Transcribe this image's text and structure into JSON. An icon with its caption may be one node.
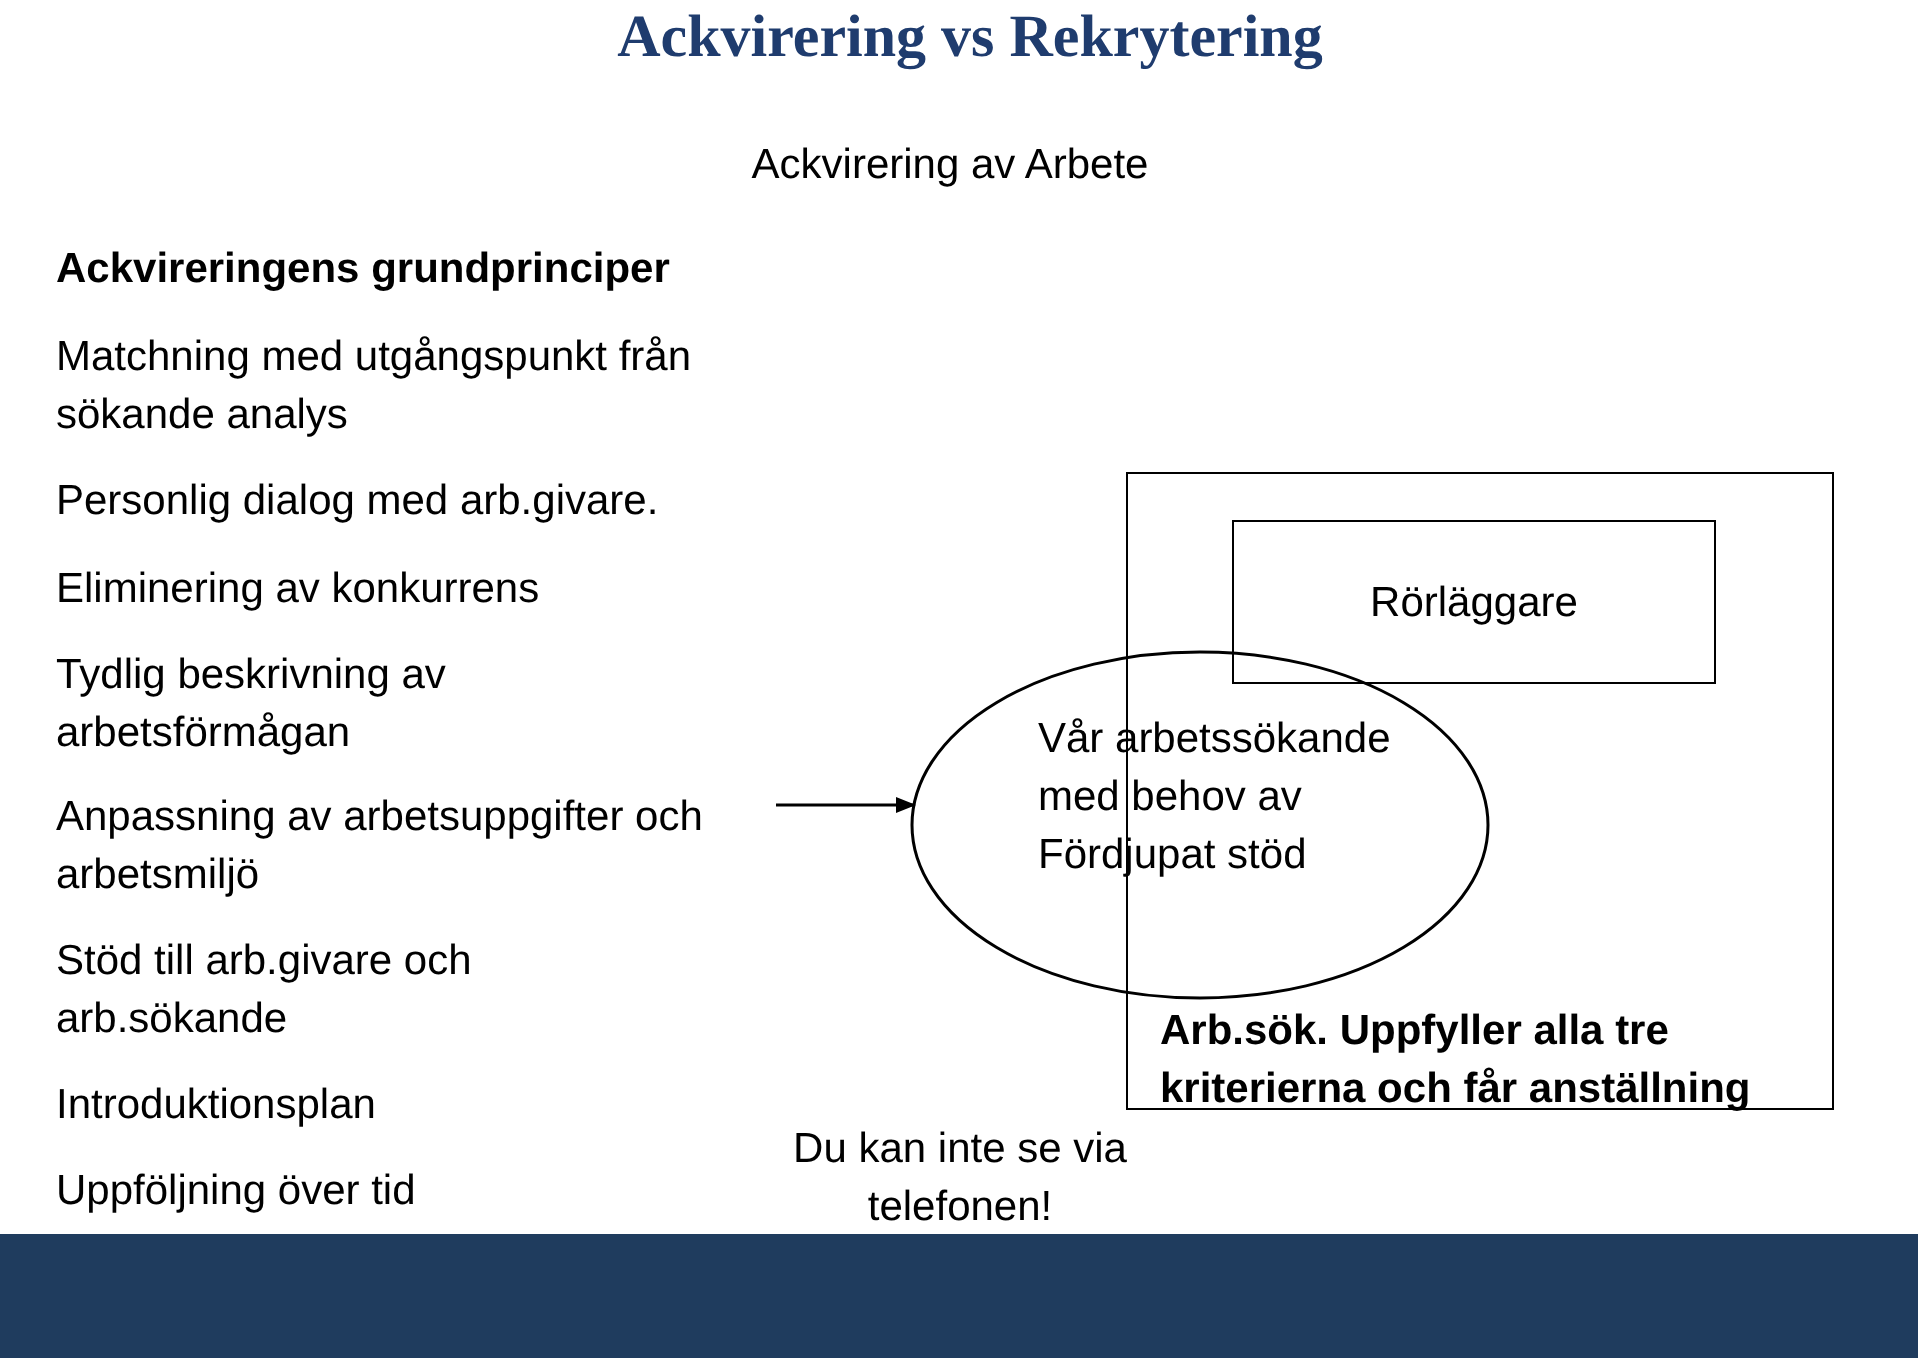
{
  "diagram": {
    "title": "Ackvirering vs Rekrytering",
    "nodes": [
      {
        "text": [
          "Arb.sök. Uppfyller alla tre kriterierna och får anställning"
        ]
      },
      {
        "text": [
          "Rörläggare"
        ],
        "in": 0
      },
      {
        "text": [
          "Vår arbetssökande med behov av Fördjupat stöd"
        ]
      }
    ],
    "edges": [
      {
        "from": null,
        "to": 2,
        "arrow": "to"
      }
    ],
    "labels": [
      "Ackvirering av Arbete",
      "Ackvireringens grundprinciper",
      "Matchning med utgångspunkt från sökande analys",
      "Personlig dialog med arb.givare.",
      "Eliminering av konkurrens",
      "Tydlig beskrivning av arbetsförmågan",
      "Anpassning av arbetsuppgifter och arbetsmiljö",
      "Stöd till arb.givare och arb.sökande",
      "Introduktionsplan",
      "Uppföljning över tid",
      "Du kan inte se via telefonen!"
    ]
  }
}
